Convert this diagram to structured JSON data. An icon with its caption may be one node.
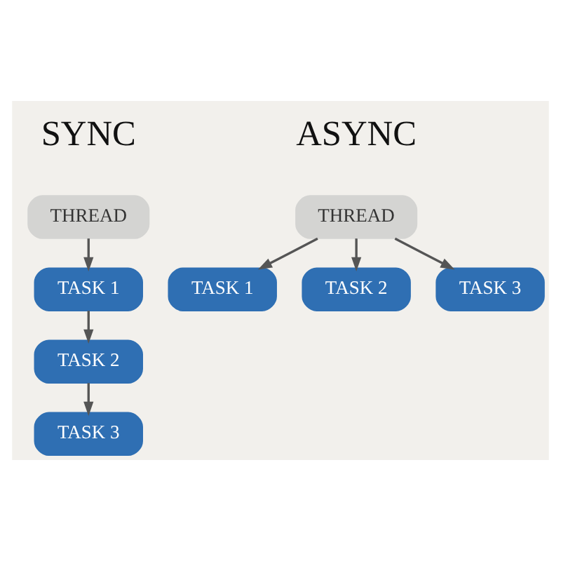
{
  "diagram": {
    "nodes": [
      {
        "text": [
          "THREAD"
        ]
      },
      {
        "text": [
          "TASK 1"
        ]
      },
      {
        "text": [
          "TASK 2"
        ]
      },
      {
        "text": [
          "TASK 3"
        ]
      },
      {
        "text": [
          "THREAD"
        ]
      },
      {
        "text": [
          "TASK 1"
        ]
      },
      {
        "text": [
          "TASK 2"
        ]
      },
      {
        "text": [
          "TASK 3"
        ]
      }
    ],
    "edges": [
      {
        "from": 0,
        "to": 1,
        "arrow": "to"
      },
      {
        "from": 1,
        "to": 2,
        "arrow": "to"
      },
      {
        "from": 2,
        "to": 3,
        "arrow": "to"
      },
      {
        "from": 4,
        "to": 5,
        "arrow": "to"
      },
      {
        "from": 4,
        "to": 6,
        "arrow": "to"
      },
      {
        "from": 4,
        "to": 7,
        "arrow": "to"
      }
    ],
    "labels": [
      "SYNC",
      "ASYNC"
    ]
  }
}
